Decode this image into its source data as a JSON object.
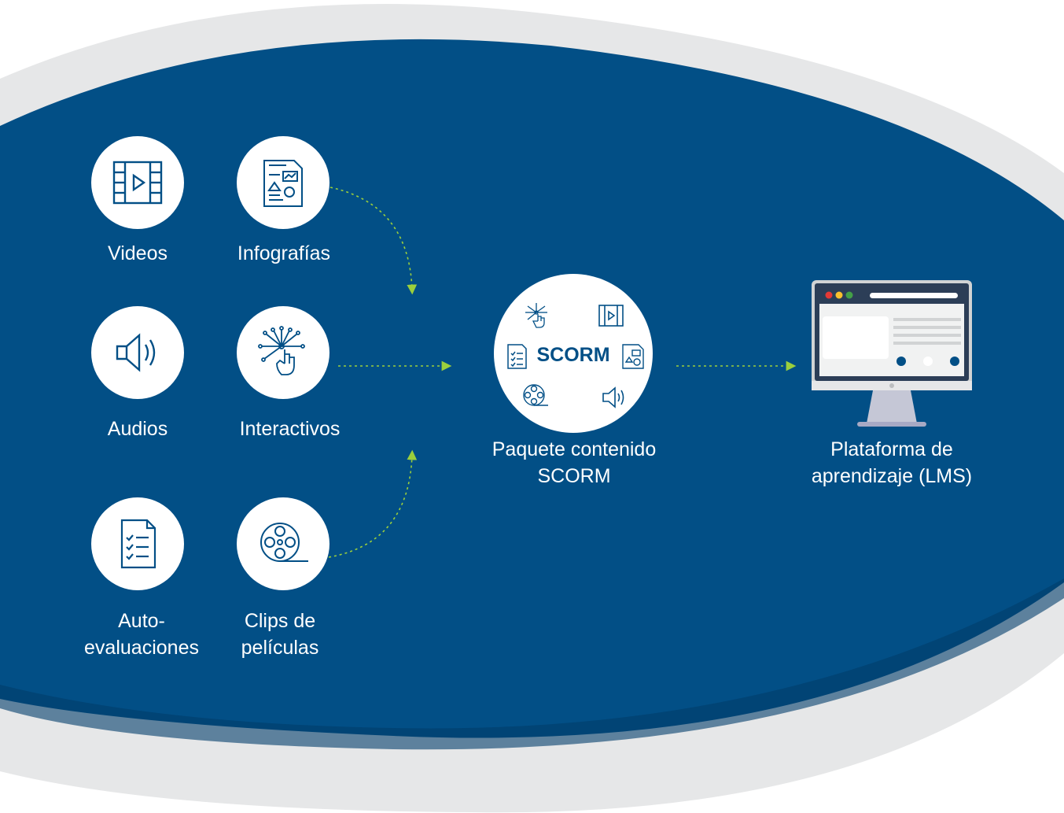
{
  "colors": {
    "background_band": "#024f86",
    "outer_band": "#e6e7e8",
    "icon_stroke": "#024f86",
    "arrow": "#9bcf3c",
    "label": "#ffffff"
  },
  "sources": [
    {
      "id": "videos",
      "icon": "video-film-icon",
      "label": "Videos"
    },
    {
      "id": "infografias",
      "icon": "infographic-document-icon",
      "label": "Infografías"
    },
    {
      "id": "audios",
      "icon": "speaker-icon",
      "label": "Audios"
    },
    {
      "id": "interactivos",
      "icon": "touch-interactive-icon",
      "label": "Interactivos"
    },
    {
      "id": "autoevaluaciones",
      "icon": "checklist-icon",
      "label_line1": "Auto-",
      "label_line2": "evaluaciones"
    },
    {
      "id": "clips",
      "icon": "film-reel-icon",
      "label_line1": "Clips de",
      "label_line2": "películas"
    }
  ],
  "package": {
    "title": "SCORM",
    "label_line1": "Paquete contenido",
    "label_line2": "SCORM",
    "mini_icons": [
      "touch-interactive-icon",
      "video-film-icon",
      "checklist-icon",
      "infographic-document-icon",
      "film-reel-icon",
      "speaker-icon"
    ]
  },
  "platform": {
    "icon": "monitor-icon",
    "label_line1": "Plataforma de",
    "label_line2": "aprendizaje (LMS)"
  }
}
